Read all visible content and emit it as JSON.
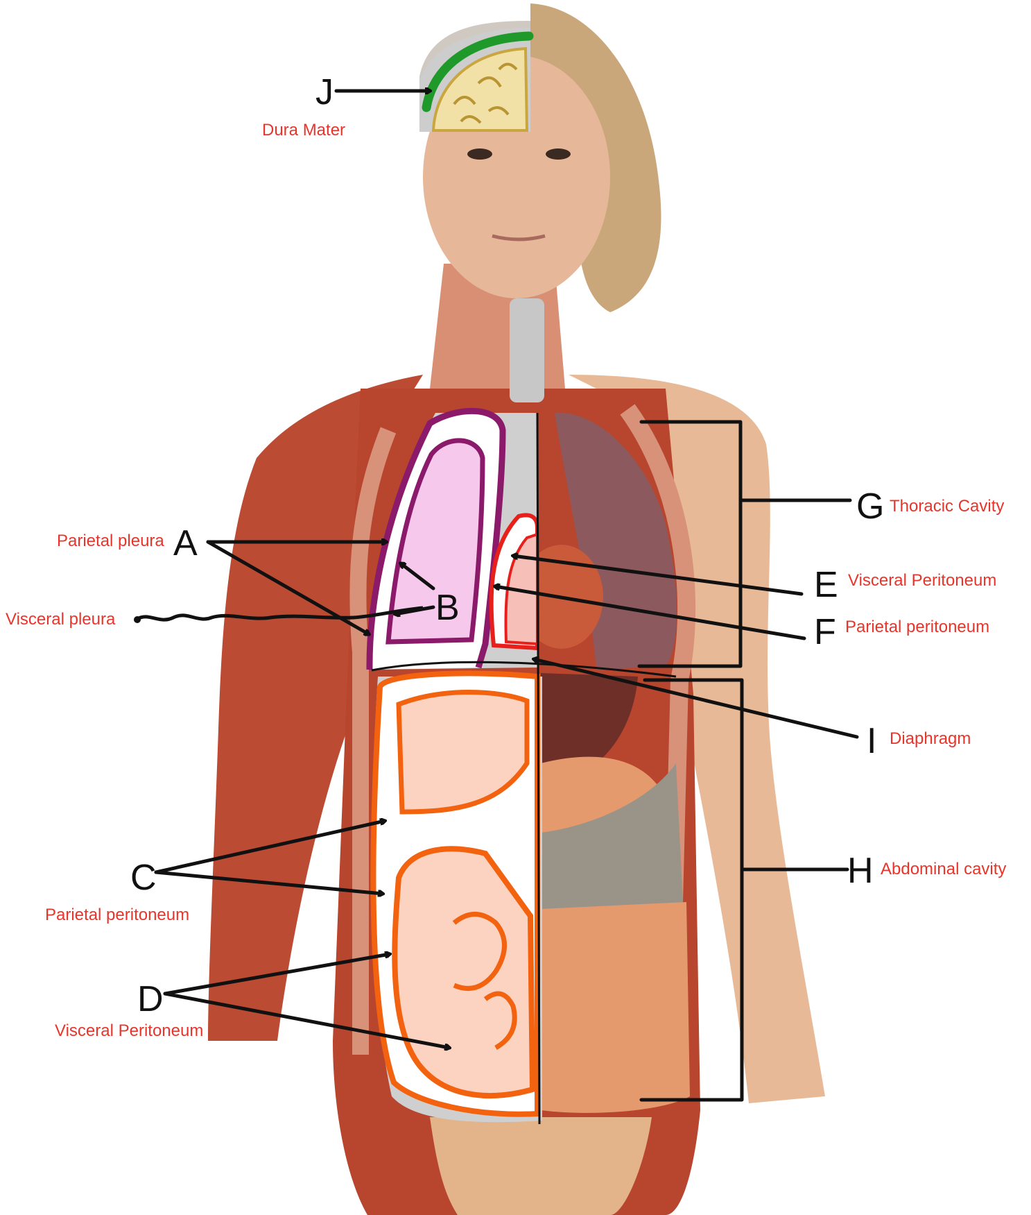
{
  "colors": {
    "label_red": "#e8352b",
    "marker_black": "#111111",
    "dura_green": "#1f9a2a",
    "pleura_purple": "#8b1a6a",
    "lung_pink": "#f6c8ec",
    "pericardium_red": "#e8201c",
    "peritoneum_orange": "#f2620f",
    "cavity_peach": "#fcd2c0",
    "brain_cream": "#f1e1a6",
    "muscle_red": "#b8452d",
    "skin_tan": "#e8b996",
    "hair_blonde": "#c9a77a",
    "lung_mauve": "#8c5a5e",
    "liver_brown": "#6d2f28",
    "intestine_orange": "#e59a6e",
    "colon_gray": "#9a9488"
  },
  "labels": {
    "J": {
      "letter": "J",
      "text": "Dura Mater"
    },
    "A": {
      "letter": "A",
      "text": "Parietal pleura"
    },
    "B": {
      "letter": "B",
      "text": "Visceral pleura"
    },
    "C": {
      "letter": "C",
      "text": "Parietal peritoneum"
    },
    "D": {
      "letter": "D",
      "text": "Visceral Peritoneum"
    },
    "E": {
      "letter": "E",
      "text": "Visceral Peritoneum"
    },
    "F": {
      "letter": "F",
      "text": "Parietal peritoneum"
    },
    "G": {
      "letter": "G",
      "text": "Thoracic Cavity"
    },
    "H": {
      "letter": "H",
      "text": "Abdominal cavity"
    },
    "I": {
      "letter": "I",
      "text": "Diaphragm"
    }
  }
}
